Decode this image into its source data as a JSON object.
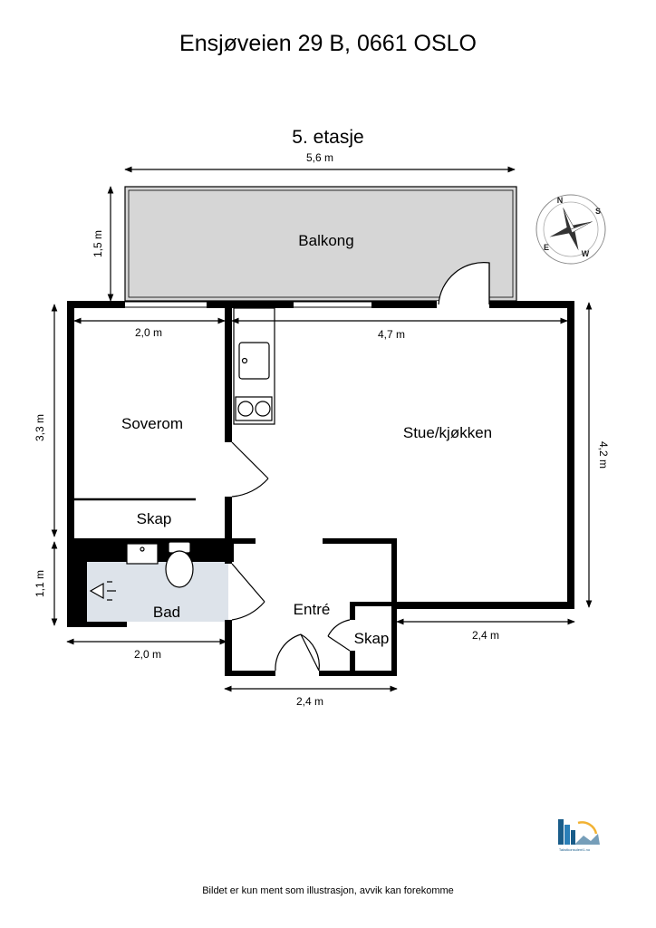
{
  "title": "Ensjøveien 29 B, 0661 OSLO",
  "floor_label": "5. etasje",
  "footer": "Bildet er kun ment som illustrasjon, avvik kan forekomme",
  "rooms": {
    "balkong": "Balkong",
    "soverom": "Soverom",
    "skap_soverom": "Skap",
    "bad": "Bad",
    "stue": "Stue/kjøkken",
    "entre": "Entré",
    "skap_entre": "Skap"
  },
  "dimensions": {
    "balcony_width": "5,6 m",
    "balcony_depth": "1,5 m",
    "bedroom_width": "2,0 m",
    "living_width": "4,7 m",
    "bedroom_height": "3,3 m",
    "living_height": "4,2 m",
    "bath_height": "1,1 m",
    "bath_width": "2,0 m",
    "entry_width": "2,4 m",
    "living_lower_width": "2,4 m"
  },
  "compass": {
    "n": "N",
    "e": "E",
    "s": "S",
    "w": "W"
  },
  "colors": {
    "wall": "#000000",
    "balcony_fill": "#d6d6d6",
    "bath_fill": "#dde3ea",
    "logo_blue": "#1a5d8a"
  },
  "icons": [
    "compass-rose-icon",
    "company-logo-icon"
  ]
}
